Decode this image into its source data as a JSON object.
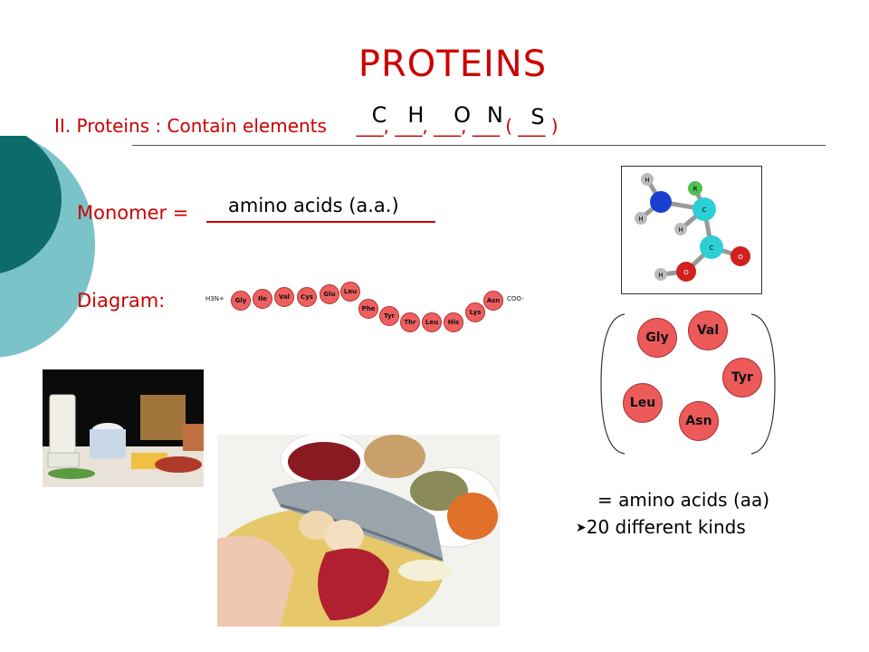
{
  "slide": {
    "title": "PROTEINS",
    "elements_intro": "II. Proteins : Contain elements",
    "elements": [
      "C",
      "H",
      "O",
      "N",
      "S"
    ],
    "blank": "___",
    "sep": ",",
    "paren_open": "(",
    "paren_close": ")",
    "monomer_label": "Monomer =",
    "monomer_answer": "amino acids (a.a.)",
    "diagram_label": "Diagram:",
    "chain": {
      "start": "H3N+",
      "end": "COO-",
      "residues": [
        "Gly",
        "Ile",
        "Val",
        "Cys",
        "Glu",
        "Leu",
        "Phe",
        "Tyr",
        "Thr",
        "Leu",
        "His",
        "Lys",
        "Asn"
      ]
    },
    "molecule_atoms": [
      "H",
      "H",
      "R",
      "C",
      "H",
      "C",
      "O",
      "H",
      "O"
    ],
    "aa_group": [
      "Gly",
      "Val",
      "Tyr",
      "Leu",
      "Asn"
    ],
    "bullet1": "= amino acids (aa)",
    "bullet2": "20 different kinds",
    "colors": {
      "title": "#cc0000",
      "teal_dark": "#0d6b6b",
      "teal_light": "#7ac3c9"
    }
  }
}
